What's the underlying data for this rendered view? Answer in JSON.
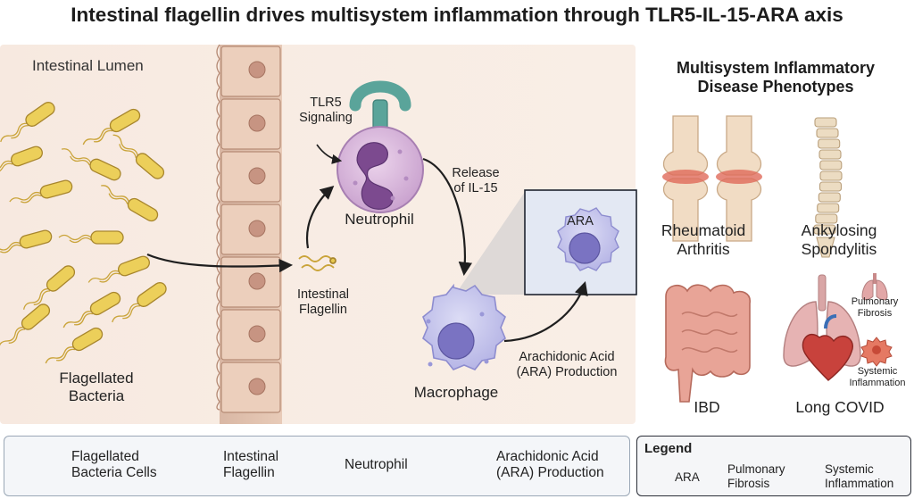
{
  "title": "Intestinal flagellin drives multisystem inflammation through TLR5-IL-15-ARA axis",
  "lumen": {
    "label": "Intestinal Lumen",
    "bacteria_label": "Flagellated\nBacteria",
    "flagellin_label": "Intestinal\nFlagellin"
  },
  "pathway": {
    "tlr5_label": "TLR5\nSignaling",
    "neutrophil_label": "Neutrophil",
    "il15_label": "Release\nof IL-15",
    "ara_inset_label": "ARA",
    "macrophage_label": "Macrophage",
    "ara_production_label": "Arachidonic Acid\n(ARA) Production"
  },
  "phenotypes": {
    "heading": "Multisystem Inflammatory\nDisease Phenotypes",
    "items": [
      {
        "name": "Rheumatoid\nArthritis"
      },
      {
        "name": "Ankylosing\nSpondylitis"
      },
      {
        "name": "IBD"
      },
      {
        "name": "Long COVID"
      }
    ],
    "long_covid_sub": {
      "pulmonary": "Pulmonary\nFibrosis",
      "systemic": "Systemic\nInflammation"
    }
  },
  "legend_bottom": {
    "items": [
      {
        "label": "Flagellated\nBacteria Cells"
      },
      {
        "label": "Intestinal\nFlagellin"
      },
      {
        "label": "Neutrophil"
      },
      {
        "label": "Arachidonic Acid\n(ARA) Production"
      }
    ]
  },
  "legend_right": {
    "title": "Legend",
    "items": [
      {
        "label": "ARA"
      },
      {
        "label": "Pulmonary\nFibrosis"
      },
      {
        "label": "Systemic\nInflammation"
      }
    ]
  }
}
